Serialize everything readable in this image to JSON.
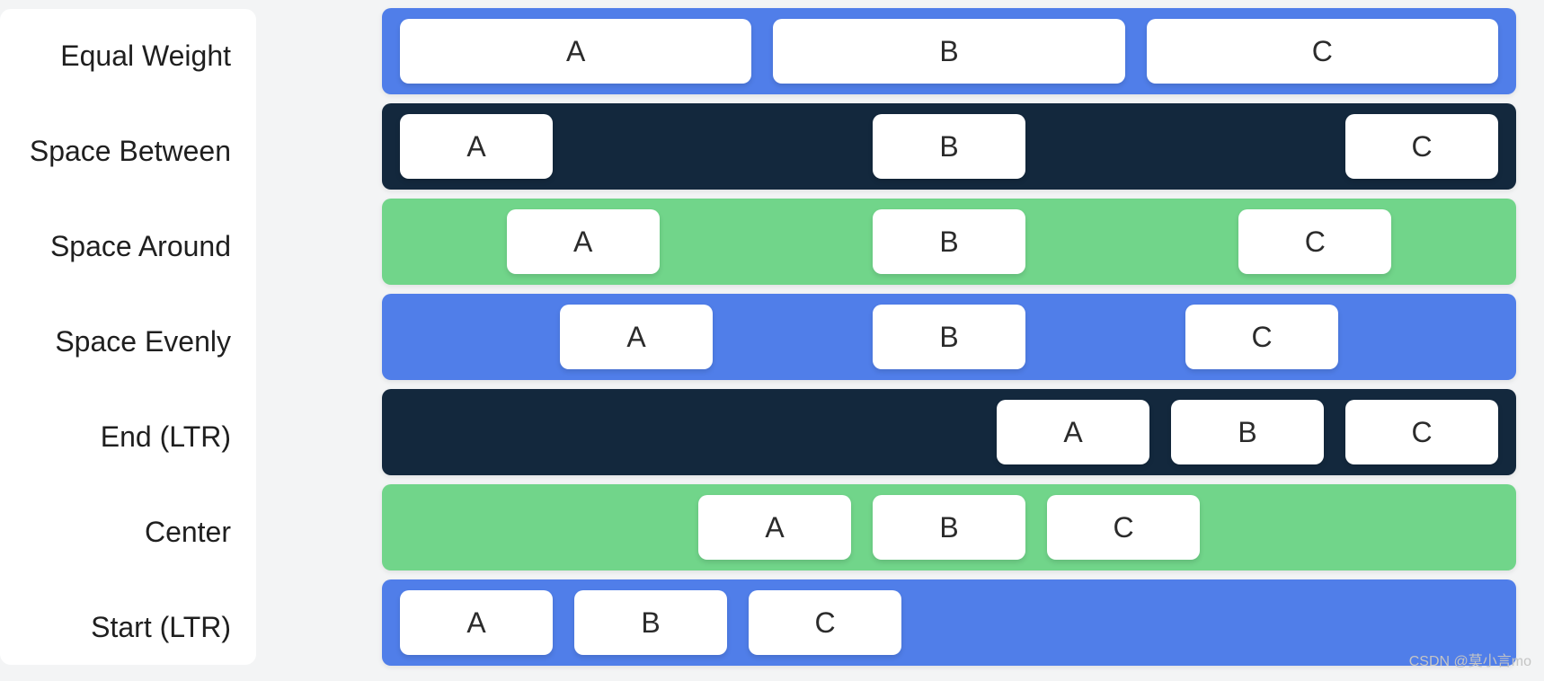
{
  "rows": [
    {
      "label": "Equal Weight",
      "items": [
        "A",
        "B",
        "C"
      ],
      "color": "#507ee9"
    },
    {
      "label": "Space Between",
      "items": [
        "A",
        "B",
        "C"
      ],
      "color": "#13283d"
    },
    {
      "label": "Space Around",
      "items": [
        "A",
        "B",
        "C"
      ],
      "color": "#71d58a"
    },
    {
      "label": "Space Evenly",
      "items": [
        "A",
        "B",
        "C"
      ],
      "color": "#507ee9"
    },
    {
      "label": "End (LTR)",
      "items": [
        "A",
        "B",
        "C"
      ],
      "color": "#13283d"
    },
    {
      "label": "Center",
      "items": [
        "A",
        "B",
        "C"
      ],
      "color": "#71d58a"
    },
    {
      "label": "Start (LTR)",
      "items": [
        "A",
        "B",
        "C"
      ],
      "color": "#507ee9"
    }
  ],
  "watermark": "CSDN @莫小言mo"
}
